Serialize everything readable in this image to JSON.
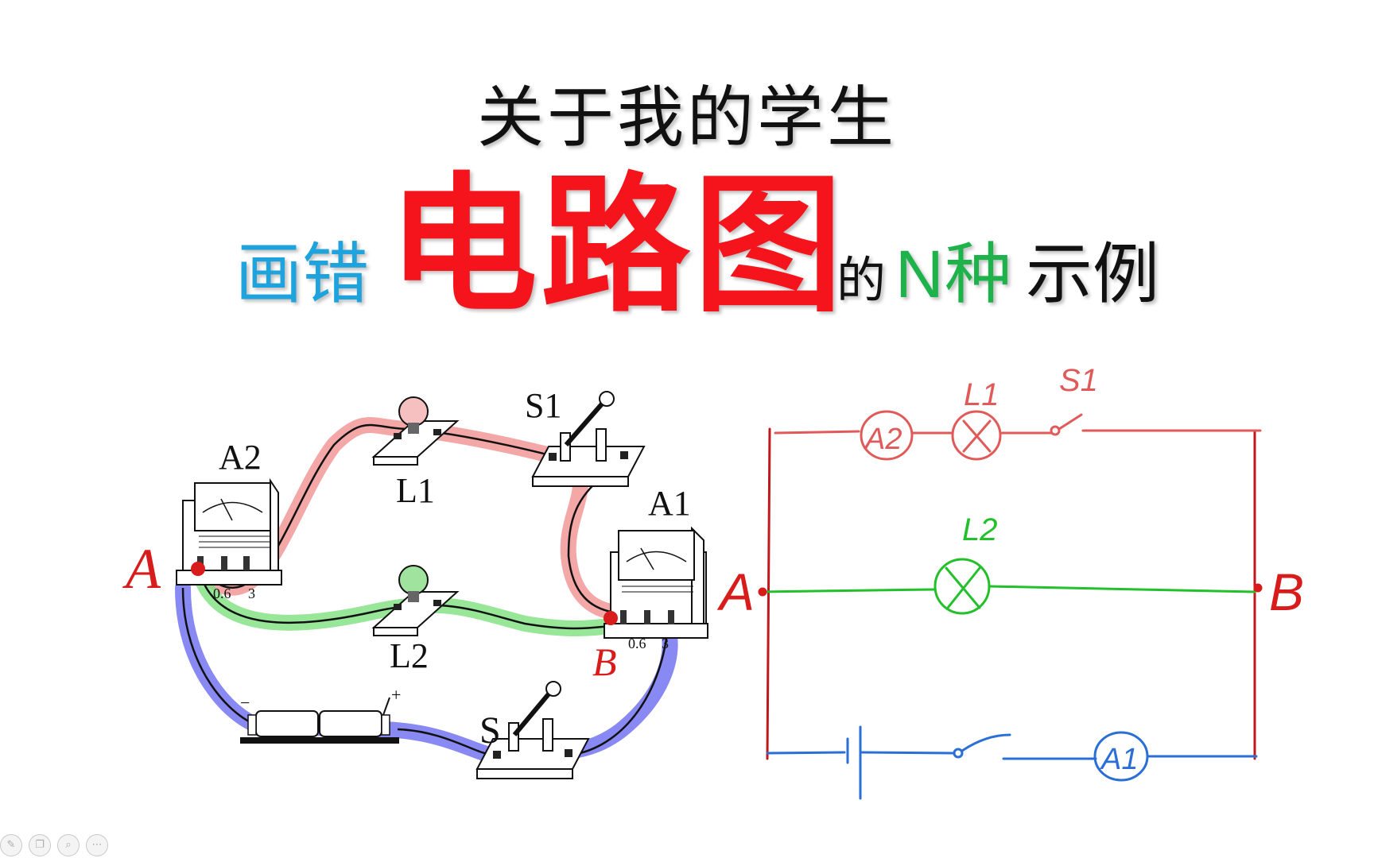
{
  "title": {
    "line1": "关于我的学生",
    "part_wrong": "画错",
    "part_main": "电路图",
    "part_de": "的",
    "part_N": "N",
    "part_zhong": "种",
    "part_example": "示例"
  },
  "colors": {
    "blue_text": "#1fa3dc",
    "red_text": "#f5141b",
    "green_text": "#1db34a",
    "branch_red": "#e05a5a",
    "branch_green": "#22c02a",
    "branch_blue": "#2a6fd6",
    "frame_red": "#c0181c"
  },
  "physical_diagram": {
    "labels": {
      "ammeter_a2": "A2",
      "ammeter_a1": "A1",
      "lamp_l1": "L1",
      "lamp_l2": "L2",
      "switch_s1": "S1",
      "switch_s": "S",
      "node_a": "A",
      "node_b": "B",
      "scale_06": "0.6",
      "scale_3": "3",
      "plus": "+",
      "minus": "−"
    }
  },
  "schematic": {
    "labels": {
      "node_a": "A",
      "node_b": "B",
      "lamp_l1": "L1",
      "lamp_l2": "L2",
      "switch_s1": "S1",
      "ammeter_a2": "A2",
      "ammeter_a1": "A1"
    }
  },
  "toolbar": {
    "icons": [
      "pen-icon",
      "copy-icon",
      "zoom-icon",
      "more-icon"
    ]
  }
}
